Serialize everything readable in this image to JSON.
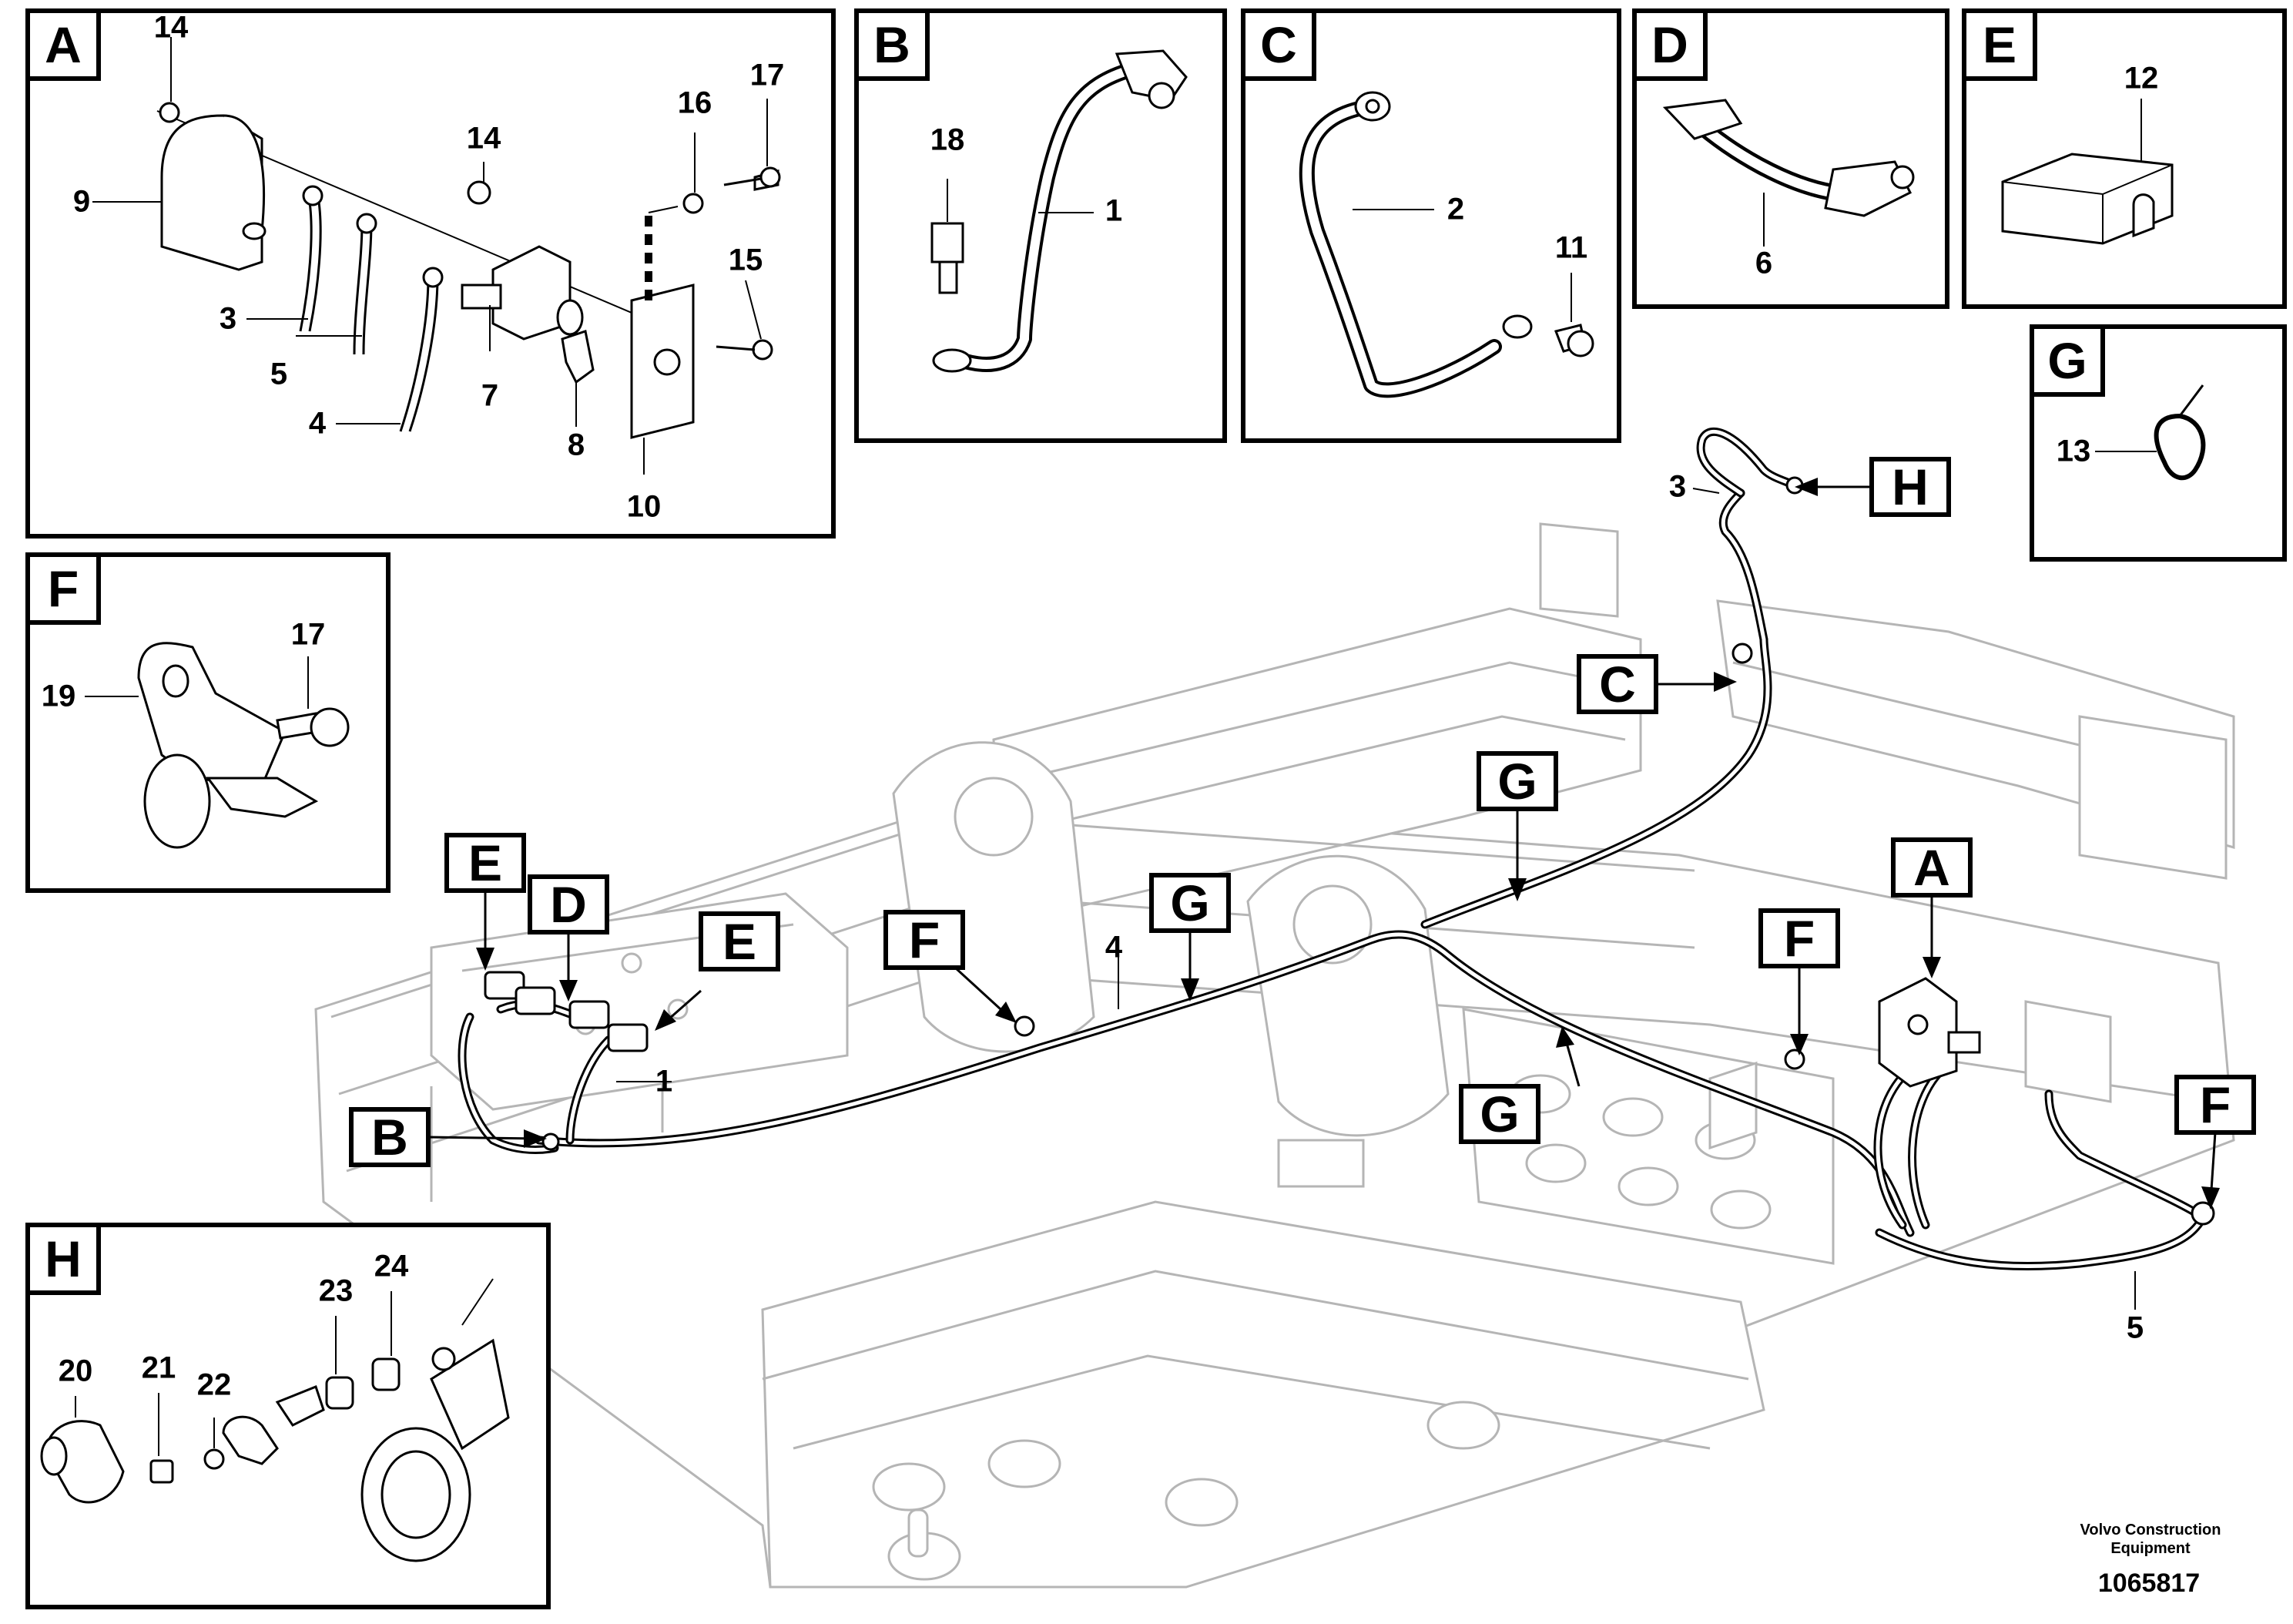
{
  "panels": {
    "A": {
      "letter": "A",
      "labels": {
        "p14a": "14",
        "p14b": "14",
        "p16": "16",
        "p17": "17",
        "p9": "9",
        "p15": "15",
        "p3": "3",
        "p5": "5",
        "p7": "7",
        "p8": "8",
        "p4": "4",
        "p10": "10"
      }
    },
    "B": {
      "letter": "B",
      "labels": {
        "p18": "18",
        "p1": "1"
      }
    },
    "C": {
      "letter": "C",
      "labels": {
        "p2": "2",
        "p11": "11"
      }
    },
    "D": {
      "letter": "D",
      "labels": {
        "p6": "6"
      }
    },
    "E": {
      "letter": "E",
      "labels": {
        "p12": "12"
      }
    },
    "F": {
      "letter": "F",
      "labels": {
        "p17": "17",
        "p19": "19"
      }
    },
    "G": {
      "letter": "G",
      "labels": {
        "p13": "13"
      }
    },
    "H": {
      "letter": "H",
      "labels": {
        "p20": "20",
        "p21": "21",
        "p22": "22",
        "p23": "23",
        "p24": "24"
      }
    }
  },
  "main": {
    "callouts": {
      "H": "H",
      "C": "C",
      "G1": "G",
      "G2": "G",
      "G3": "G",
      "E1": "E",
      "D": "D",
      "E2": "E",
      "F1": "F",
      "F2": "F",
      "F3": "F",
      "A": "A",
      "B": "B"
    },
    "labels": {
      "p3": "3",
      "p4": "4",
      "p1": "1",
      "p5": "5"
    }
  },
  "footer": {
    "credit_line1": "Volvo Construction",
    "credit_line2": "Equipment",
    "doc_number": "1065817"
  }
}
